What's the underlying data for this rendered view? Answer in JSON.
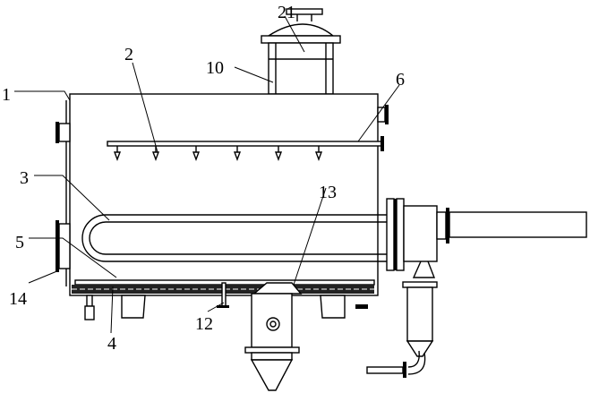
{
  "labels": {
    "l21": "21",
    "l10": "10",
    "l2": "2",
    "l6": "6",
    "l1": "1",
    "l3": "3",
    "l13": "13",
    "l5": "5",
    "l14": "14",
    "l4": "4",
    "l12": "12"
  }
}
